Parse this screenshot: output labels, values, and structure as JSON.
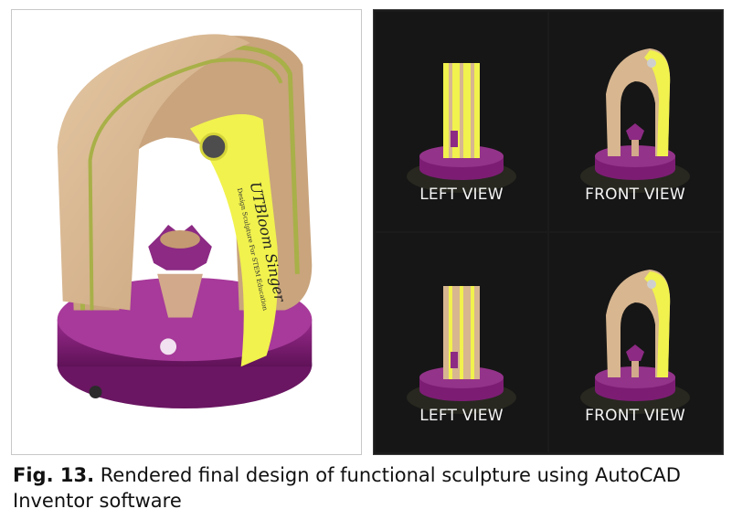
{
  "main_panel": {
    "banner_text_1": "UTBloom Singer",
    "banner_text_2": "Design Sculpture For STEM Education"
  },
  "views": [
    {
      "label": "LEFT VIEW"
    },
    {
      "label": "FRONT VIEW"
    },
    {
      "label": "LEFT VIEW"
    },
    {
      "label": "FRONT VIEW"
    }
  ],
  "caption": {
    "fig_label": "Fig. 13.",
    "text": " Rendered final design of functional sculpture using AutoCAD Inventor software"
  },
  "colors": {
    "wood": "#d7b690",
    "stripe": "#a8b048",
    "banner": "#f1f24d",
    "base": "#7c1d73",
    "dark_bg": "#161616"
  }
}
